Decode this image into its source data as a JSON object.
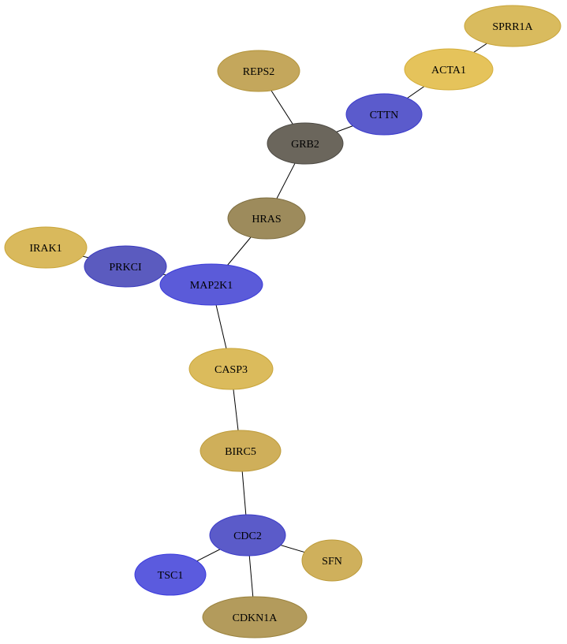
{
  "nodes": [
    {
      "id": "SPRR1A",
      "label": "SPRR1A",
      "fill": "#d9bb5e",
      "stroke": "#c9a53a"
    },
    {
      "id": "ACTA1",
      "label": "ACTA1",
      "fill": "#e5c35b",
      "stroke": "#d4ae3a"
    },
    {
      "id": "REPS2",
      "label": "REPS2",
      "fill": "#c4a75c",
      "stroke": "#b3943a"
    },
    {
      "id": "CTTN",
      "label": "CTTN",
      "fill": "#5b5bcc",
      "stroke": "#3a3acc"
    },
    {
      "id": "GRB2",
      "label": "GRB2",
      "fill": "#6b665c",
      "stroke": "#4d4a44"
    },
    {
      "id": "HRAS",
      "label": "HRAS",
      "fill": "#9d8b5c",
      "stroke": "#7d6d40"
    },
    {
      "id": "IRAK1",
      "label": "IRAK1",
      "fill": "#d9b95c",
      "stroke": "#c9a53a"
    },
    {
      "id": "PRKCI",
      "label": "PRKCI",
      "fill": "#5b5bbf",
      "stroke": "#3a3abf"
    },
    {
      "id": "MAP2K1",
      "label": "MAP2K1",
      "fill": "#5b5bd9",
      "stroke": "#3a3ad9"
    },
    {
      "id": "CASP3",
      "label": "CASP3",
      "fill": "#dbbb5c",
      "stroke": "#c9a53a"
    },
    {
      "id": "BIRC5",
      "label": "BIRC5",
      "fill": "#cfaf5a",
      "stroke": "#bd9b3a"
    },
    {
      "id": "CDC2",
      "label": "CDC2",
      "fill": "#5b5bc9",
      "stroke": "#3a3ac9"
    },
    {
      "id": "SFN",
      "label": "SFN",
      "fill": "#cfb05c",
      "stroke": "#bd9b3a"
    },
    {
      "id": "TSC1",
      "label": "TSC1",
      "fill": "#5b5bde",
      "stroke": "#3a3ade"
    },
    {
      "id": "CDKN1A",
      "label": "CDKN1A",
      "fill": "#b39b5c",
      "stroke": "#9a823e"
    }
  ],
  "edges": [
    [
      "SPRR1A",
      "ACTA1"
    ],
    [
      "ACTA1",
      "CTTN"
    ],
    [
      "CTTN",
      "GRB2"
    ],
    [
      "REPS2",
      "GRB2"
    ],
    [
      "GRB2",
      "HRAS"
    ],
    [
      "HRAS",
      "MAP2K1"
    ],
    [
      "IRAK1",
      "PRKCI"
    ],
    [
      "PRKCI",
      "MAP2K1"
    ],
    [
      "MAP2K1",
      "CASP3"
    ],
    [
      "CASP3",
      "BIRC5"
    ],
    [
      "BIRC5",
      "CDC2"
    ],
    [
      "CDC2",
      "SFN"
    ],
    [
      "CDC2",
      "TSC1"
    ],
    [
      "CDC2",
      "CDKN1A"
    ]
  ]
}
